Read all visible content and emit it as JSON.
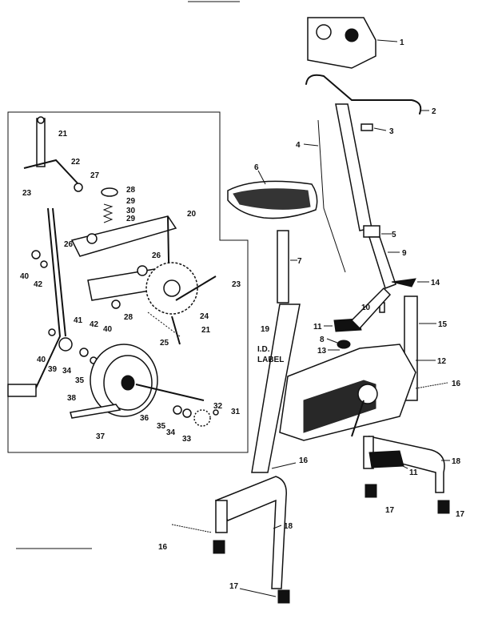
{
  "labels": {
    "l1": "1",
    "l2": "2",
    "l3": "3",
    "l4": "4",
    "l5": "5",
    "l6": "6",
    "l7": "7",
    "l8": "8",
    "l9": "9",
    "l10": "10",
    "l11a": "11",
    "l11b": "11",
    "l12": "12",
    "l13": "13",
    "l14": "14",
    "l15": "15",
    "l16a": "16",
    "l16b": "16",
    "l16c": "16",
    "l17a": "17",
    "l17b": "17",
    "l17c": "17",
    "l18a": "18",
    "l18b": "18",
    "l19": "19",
    "l20": "20",
    "l21a": "21",
    "l21b": "21",
    "l22": "22",
    "l23a": "23",
    "l23b": "23",
    "l24": "24",
    "l25": "25",
    "l26a": "26",
    "l26b": "26",
    "l27": "27",
    "l28a": "28",
    "l28b": "28",
    "l29a": "29",
    "l29b": "29",
    "l30": "30",
    "l31": "31",
    "l32": "32",
    "l33": "33",
    "l34a": "34",
    "l34b": "34",
    "l35a": "35",
    "l35b": "35",
    "l36": "36",
    "l37": "37",
    "l38": "38",
    "l39": "39",
    "l40a": "40",
    "l40b": "40",
    "l40c": "40",
    "l41": "41",
    "l42a": "42",
    "l42b": "42",
    "id_label_line1": "I.D.",
    "id_label_line2": "LABEL"
  }
}
